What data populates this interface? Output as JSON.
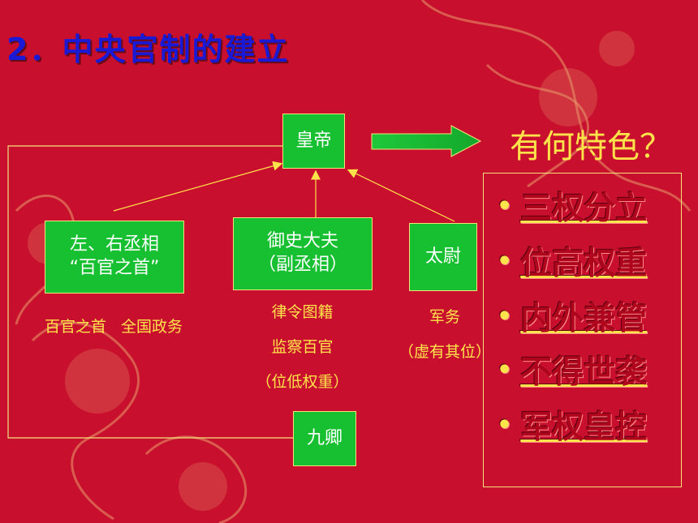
{
  "title": "2．中央官制的建立",
  "emperor": "皇帝",
  "chancellors": {
    "line1": "左、右丞相",
    "line2": "“百官之首”"
  },
  "censor": {
    "line1": "御史大夫",
    "line2": "（副丞相）"
  },
  "commandant": "太尉",
  "nine_ministers": "九卿",
  "notes": {
    "chancellors": "百官之首   全国政务",
    "censor": [
      "律令图籍",
      "监察百官",
      "（位低权重）"
    ],
    "commandant": [
      "军务",
      "（虚有其位）"
    ]
  },
  "question": "有何特色？",
  "features": [
    "三权分立",
    "位高权重",
    "内外兼管",
    "不得世袭",
    "军权皇控"
  ],
  "colors": {
    "background": "#c8102e",
    "box": "#16c030",
    "text_yellow": "#ffe34a",
    "title_blue": "#1a1ad6"
  }
}
